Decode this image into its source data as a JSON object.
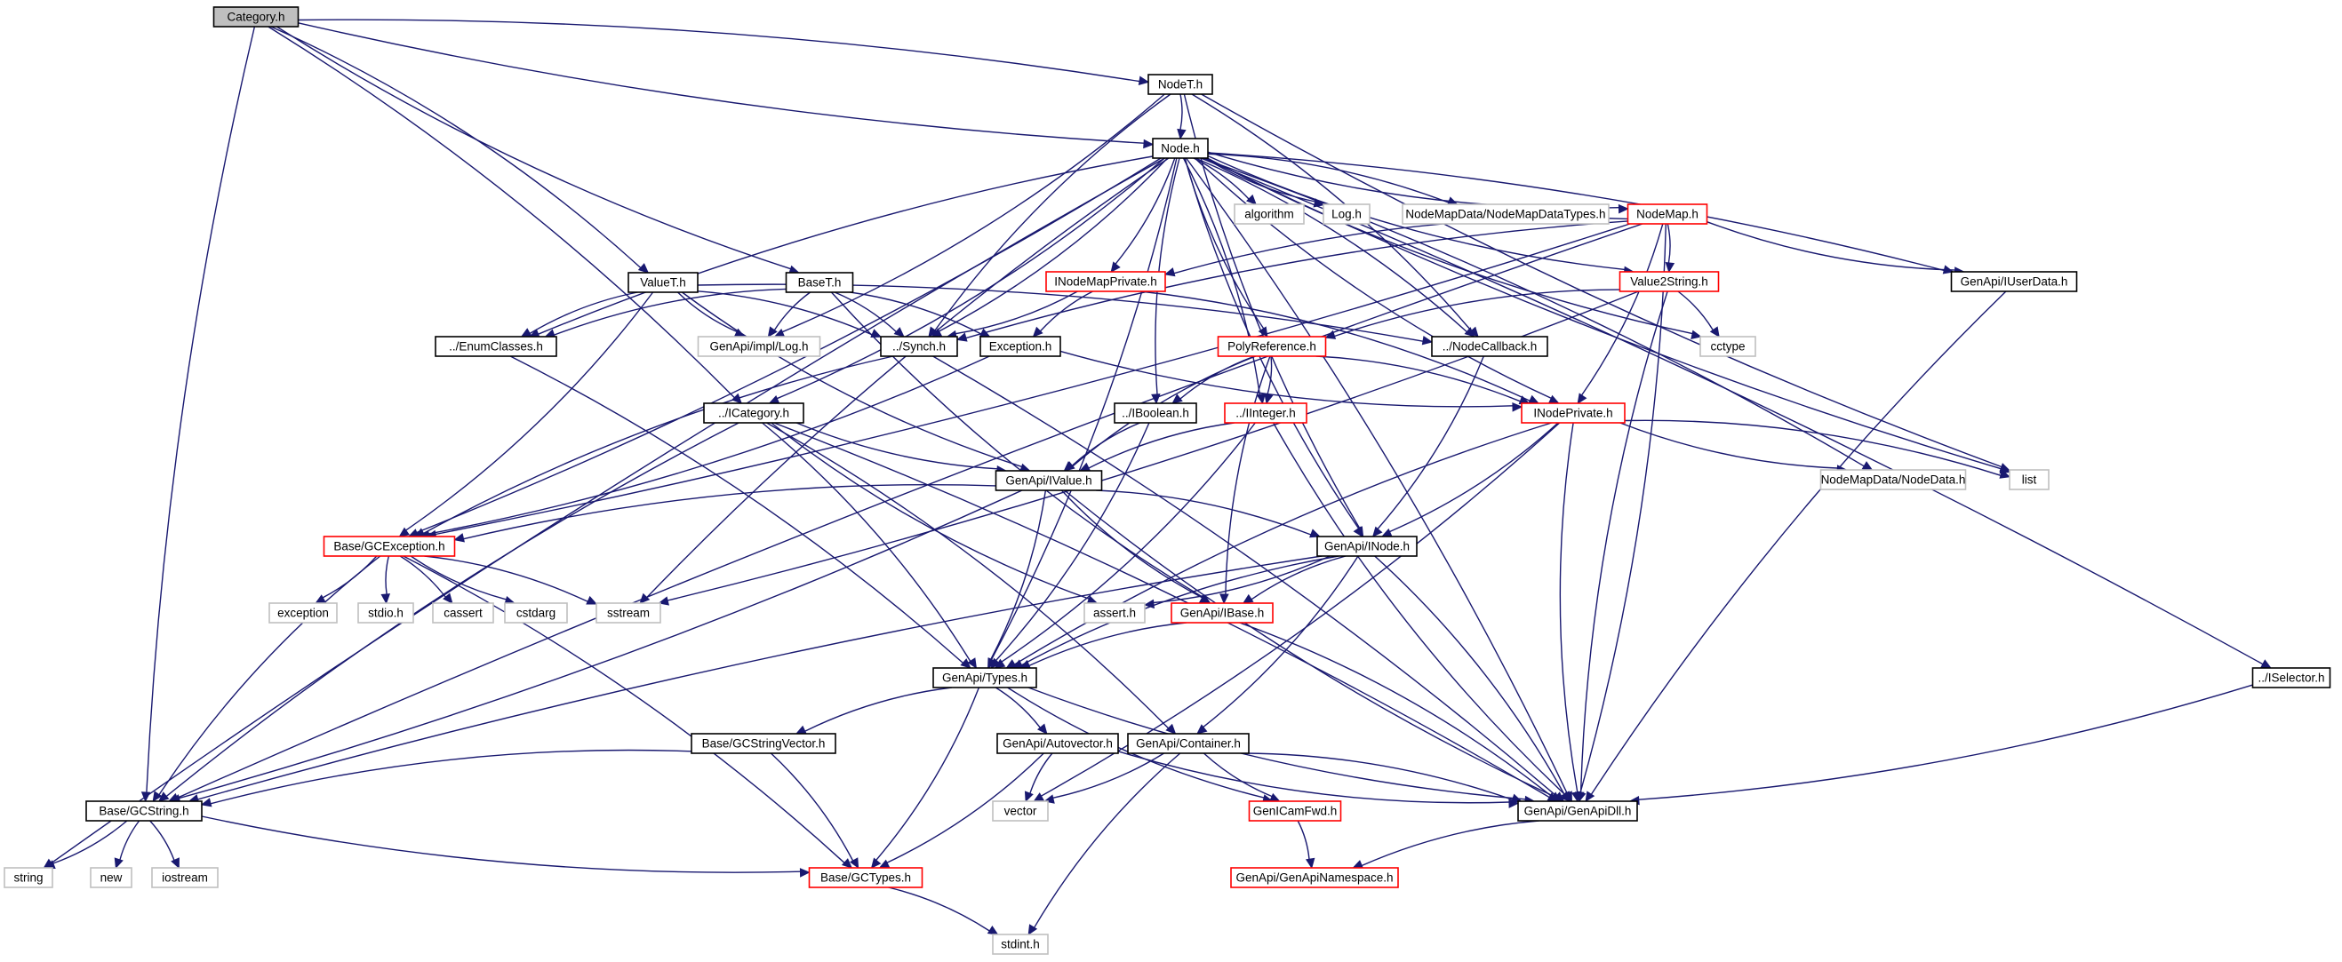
{
  "colors": {
    "edge": "#191970",
    "border_normal": "#000000",
    "border_truncated": "#ff0000",
    "border_system": "#bfbfbf",
    "fill_root": "#bfbfbf",
    "fill_default": "#ffffff"
  },
  "nodes": [
    {
      "id": "category",
      "label": "Category.h",
      "kind": "root"
    },
    {
      "id": "nodet",
      "label": "NodeT.h",
      "kind": "normal"
    },
    {
      "id": "node",
      "label": "Node.h",
      "kind": "normal"
    },
    {
      "id": "valuet",
      "label": "ValueT.h",
      "kind": "normal"
    },
    {
      "id": "baset",
      "label": "BaseT.h",
      "kind": "normal"
    },
    {
      "id": "algorithm",
      "label": "algorithm",
      "kind": "system"
    },
    {
      "id": "logh",
      "label": "Log.h",
      "kind": "system"
    },
    {
      "id": "nodemaptypes",
      "label": "NodeMapData/NodeMapDataTypes.h",
      "kind": "system"
    },
    {
      "id": "nodemap",
      "label": "NodeMap.h",
      "kind": "truncated"
    },
    {
      "id": "inodemapprivate",
      "label": "INodeMapPrivate.h",
      "kind": "truncated"
    },
    {
      "id": "value2string",
      "label": "Value2String.h",
      "kind": "truncated"
    },
    {
      "id": "iuserdata",
      "label": "GenApi/IUserData.h",
      "kind": "normal"
    },
    {
      "id": "enumclasses",
      "label": "../EnumClasses.h",
      "kind": "normal"
    },
    {
      "id": "implLog",
      "label": "GenApi/impl/Log.h",
      "kind": "system"
    },
    {
      "id": "synch",
      "label": "../Synch.h",
      "kind": "normal"
    },
    {
      "id": "exception",
      "label": "Exception.h",
      "kind": "normal"
    },
    {
      "id": "polyref",
      "label": "PolyReference.h",
      "kind": "truncated"
    },
    {
      "id": "nodecallback",
      "label": "../NodeCallback.h",
      "kind": "normal"
    },
    {
      "id": "cctype",
      "label": "cctype",
      "kind": "system"
    },
    {
      "id": "icategory",
      "label": "../ICategory.h",
      "kind": "normal"
    },
    {
      "id": "iboolean",
      "label": "../IBoolean.h",
      "kind": "normal"
    },
    {
      "id": "iinteger",
      "label": "../IInteger.h",
      "kind": "truncated"
    },
    {
      "id": "inodeprivate",
      "label": "INodePrivate.h",
      "kind": "truncated"
    },
    {
      "id": "nodedata",
      "label": "NodeMapData/NodeData.h",
      "kind": "system"
    },
    {
      "id": "list",
      "label": "list",
      "kind": "system"
    },
    {
      "id": "ivalue",
      "label": "GenApi/IValue.h",
      "kind": "normal"
    },
    {
      "id": "gcexception",
      "label": "Base/GCException.h",
      "kind": "truncated"
    },
    {
      "id": "inode",
      "label": "GenApi/INode.h",
      "kind": "normal"
    },
    {
      "id": "exceptionsys",
      "label": "exception",
      "kind": "system"
    },
    {
      "id": "stdio",
      "label": "stdio.h",
      "kind": "system"
    },
    {
      "id": "cassert",
      "label": "cassert",
      "kind": "system"
    },
    {
      "id": "cstdarg",
      "label": "cstdarg",
      "kind": "system"
    },
    {
      "id": "sstream",
      "label": "sstream",
      "kind": "system"
    },
    {
      "id": "asserth",
      "label": "assert.h",
      "kind": "system"
    },
    {
      "id": "ibase",
      "label": "GenApi/IBase.h",
      "kind": "truncated"
    },
    {
      "id": "types",
      "label": "GenApi/Types.h",
      "kind": "normal"
    },
    {
      "id": "iselector",
      "label": "../ISelector.h",
      "kind": "normal"
    },
    {
      "id": "gcstringvector",
      "label": "Base/GCStringVector.h",
      "kind": "normal"
    },
    {
      "id": "autovector",
      "label": "GenApi/Autovector.h",
      "kind": "normal"
    },
    {
      "id": "container",
      "label": "GenApi/Container.h",
      "kind": "normal"
    },
    {
      "id": "gcstring",
      "label": "Base/GCString.h",
      "kind": "normal"
    },
    {
      "id": "vector",
      "label": "vector",
      "kind": "system"
    },
    {
      "id": "genicamfwd",
      "label": "GenICamFwd.h",
      "kind": "truncated"
    },
    {
      "id": "genapidll",
      "label": "GenApi/GenApiDll.h",
      "kind": "normal"
    },
    {
      "id": "string",
      "label": "string",
      "kind": "system"
    },
    {
      "id": "new",
      "label": "new",
      "kind": "system"
    },
    {
      "id": "iostream",
      "label": "iostream",
      "kind": "system"
    },
    {
      "id": "gctypes",
      "label": "Base/GCTypes.h",
      "kind": "truncated"
    },
    {
      "id": "genapinamespace",
      "label": "GenApi/GenApiNamespace.h",
      "kind": "truncated"
    },
    {
      "id": "stdint",
      "label": "stdint.h",
      "kind": "system"
    }
  ],
  "edges": [
    [
      "category",
      "nodet"
    ],
    [
      "category",
      "node"
    ],
    [
      "category",
      "valuet"
    ],
    [
      "category",
      "baset"
    ],
    [
      "category",
      "icategory"
    ],
    [
      "category",
      "gcstring"
    ],
    [
      "nodet",
      "node"
    ],
    [
      "nodet",
      "synch"
    ],
    [
      "nodet",
      "nodecallback"
    ],
    [
      "nodet",
      "inode"
    ],
    [
      "nodet",
      "implLog"
    ],
    [
      "nodet",
      "list"
    ],
    [
      "node",
      "algorithm"
    ],
    [
      "node",
      "logh"
    ],
    [
      "node",
      "nodemaptypes"
    ],
    [
      "node",
      "nodemap"
    ],
    [
      "node",
      "inodemapprivate"
    ],
    [
      "node",
      "value2string"
    ],
    [
      "node",
      "iuserdata"
    ],
    [
      "node",
      "enumclasses"
    ],
    [
      "node",
      "synch"
    ],
    [
      "node",
      "polyref"
    ],
    [
      "node",
      "nodecallback"
    ],
    [
      "node",
      "cctype"
    ],
    [
      "node",
      "icategory"
    ],
    [
      "node",
      "iboolean"
    ],
    [
      "node",
      "iinteger"
    ],
    [
      "node",
      "inodeprivate"
    ],
    [
      "node",
      "nodedata"
    ],
    [
      "node",
      "list"
    ],
    [
      "node",
      "gcexception"
    ],
    [
      "node",
      "inode"
    ],
    [
      "node",
      "iselector"
    ],
    [
      "node",
      "sstream"
    ],
    [
      "node",
      "types"
    ],
    [
      "node",
      "string"
    ],
    [
      "node",
      "genapidll"
    ],
    [
      "nodemap",
      "iuserdata"
    ],
    [
      "nodemap",
      "value2string"
    ],
    [
      "nodemap",
      "inodemapprivate"
    ],
    [
      "nodemap",
      "inodeprivate"
    ],
    [
      "nodemap",
      "synch"
    ],
    [
      "nodemap",
      "genapidll"
    ],
    [
      "nodemap",
      "gcstring"
    ],
    [
      "nodemap",
      "gcexception"
    ],
    [
      "value2string",
      "polyref"
    ],
    [
      "value2string",
      "cctype"
    ],
    [
      "value2string",
      "genapidll"
    ],
    [
      "value2string",
      "sstream"
    ],
    [
      "iuserdata",
      "genapidll"
    ],
    [
      "inodemapprivate",
      "synch"
    ],
    [
      "inodemapprivate",
      "exception"
    ],
    [
      "inodemapprivate",
      "inodeprivate"
    ],
    [
      "valuet",
      "implLog"
    ],
    [
      "valuet",
      "synch"
    ],
    [
      "valuet",
      "enumclasses"
    ],
    [
      "valuet",
      "nodecallback"
    ],
    [
      "valuet",
      "ivalue"
    ],
    [
      "valuet",
      "gcexception"
    ],
    [
      "baset",
      "implLog"
    ],
    [
      "baset",
      "synch"
    ],
    [
      "baset",
      "enumclasses"
    ],
    [
      "baset",
      "exception"
    ],
    [
      "baset",
      "ibase"
    ],
    [
      "enumclasses",
      "types"
    ],
    [
      "synch",
      "gcexception"
    ],
    [
      "synch",
      "genapidll"
    ],
    [
      "exception",
      "inodeprivate"
    ],
    [
      "exception",
      "gcexception"
    ],
    [
      "polyref",
      "iboolean"
    ],
    [
      "polyref",
      "iinteger"
    ],
    [
      "polyref",
      "ibase"
    ],
    [
      "polyref",
      "inodeprivate"
    ],
    [
      "polyref",
      "ivalue"
    ],
    [
      "nodecallback",
      "inode"
    ],
    [
      "icategory",
      "ivalue"
    ],
    [
      "icategory",
      "types"
    ],
    [
      "icategory",
      "asserth"
    ],
    [
      "icategory",
      "container"
    ],
    [
      "icategory",
      "gcstring"
    ],
    [
      "icategory",
      "genapidll"
    ],
    [
      "iboolean",
      "ivalue"
    ],
    [
      "iboolean",
      "types"
    ],
    [
      "iinteger",
      "ivalue"
    ],
    [
      "iinteger",
      "types"
    ],
    [
      "iinteger",
      "genapidll"
    ],
    [
      "inodeprivate",
      "inode"
    ],
    [
      "inodeprivate",
      "nodedata"
    ],
    [
      "inodeprivate",
      "list"
    ],
    [
      "inodeprivate",
      "types"
    ],
    [
      "inodeprivate",
      "vector"
    ],
    [
      "inodeprivate",
      "genapidll"
    ],
    [
      "ivalue",
      "inode"
    ],
    [
      "ivalue",
      "ibase"
    ],
    [
      "ivalue",
      "types"
    ],
    [
      "ivalue",
      "gcexception"
    ],
    [
      "ivalue",
      "gcstring"
    ],
    [
      "ivalue",
      "genapidll"
    ],
    [
      "gcexception",
      "exceptionsys"
    ],
    [
      "gcexception",
      "stdio"
    ],
    [
      "gcexception",
      "cassert"
    ],
    [
      "gcexception",
      "cstdarg"
    ],
    [
      "gcexception",
      "sstream"
    ],
    [
      "gcexception",
      "gcstring"
    ],
    [
      "gcexception",
      "gctypes"
    ],
    [
      "inode",
      "ibase"
    ],
    [
      "inode",
      "asserth"
    ],
    [
      "inode",
      "types"
    ],
    [
      "inode",
      "container"
    ],
    [
      "inode",
      "gcstring"
    ],
    [
      "inode",
      "genapidll"
    ],
    [
      "ibase",
      "types"
    ],
    [
      "ibase",
      "genapidll"
    ],
    [
      "types",
      "gcstringvector"
    ],
    [
      "types",
      "autovector"
    ],
    [
      "types",
      "genicamfwd"
    ],
    [
      "types",
      "gctypes"
    ],
    [
      "types",
      "genapidll"
    ],
    [
      "iselector",
      "genapidll"
    ],
    [
      "gcstringvector",
      "gcstring"
    ],
    [
      "gcstringvector",
      "gctypes"
    ],
    [
      "autovector",
      "vector"
    ],
    [
      "autovector",
      "gctypes"
    ],
    [
      "autovector",
      "genapidll"
    ],
    [
      "container",
      "vector"
    ],
    [
      "container",
      "genicamfwd"
    ],
    [
      "container",
      "genapidll"
    ],
    [
      "container",
      "stdint"
    ],
    [
      "gcstring",
      "string"
    ],
    [
      "gcstring",
      "new"
    ],
    [
      "gcstring",
      "iostream"
    ],
    [
      "gcstring",
      "gctypes"
    ],
    [
      "genicamfwd",
      "genapinamespace"
    ],
    [
      "genapidll",
      "genapinamespace"
    ],
    [
      "gctypes",
      "stdint"
    ]
  ]
}
